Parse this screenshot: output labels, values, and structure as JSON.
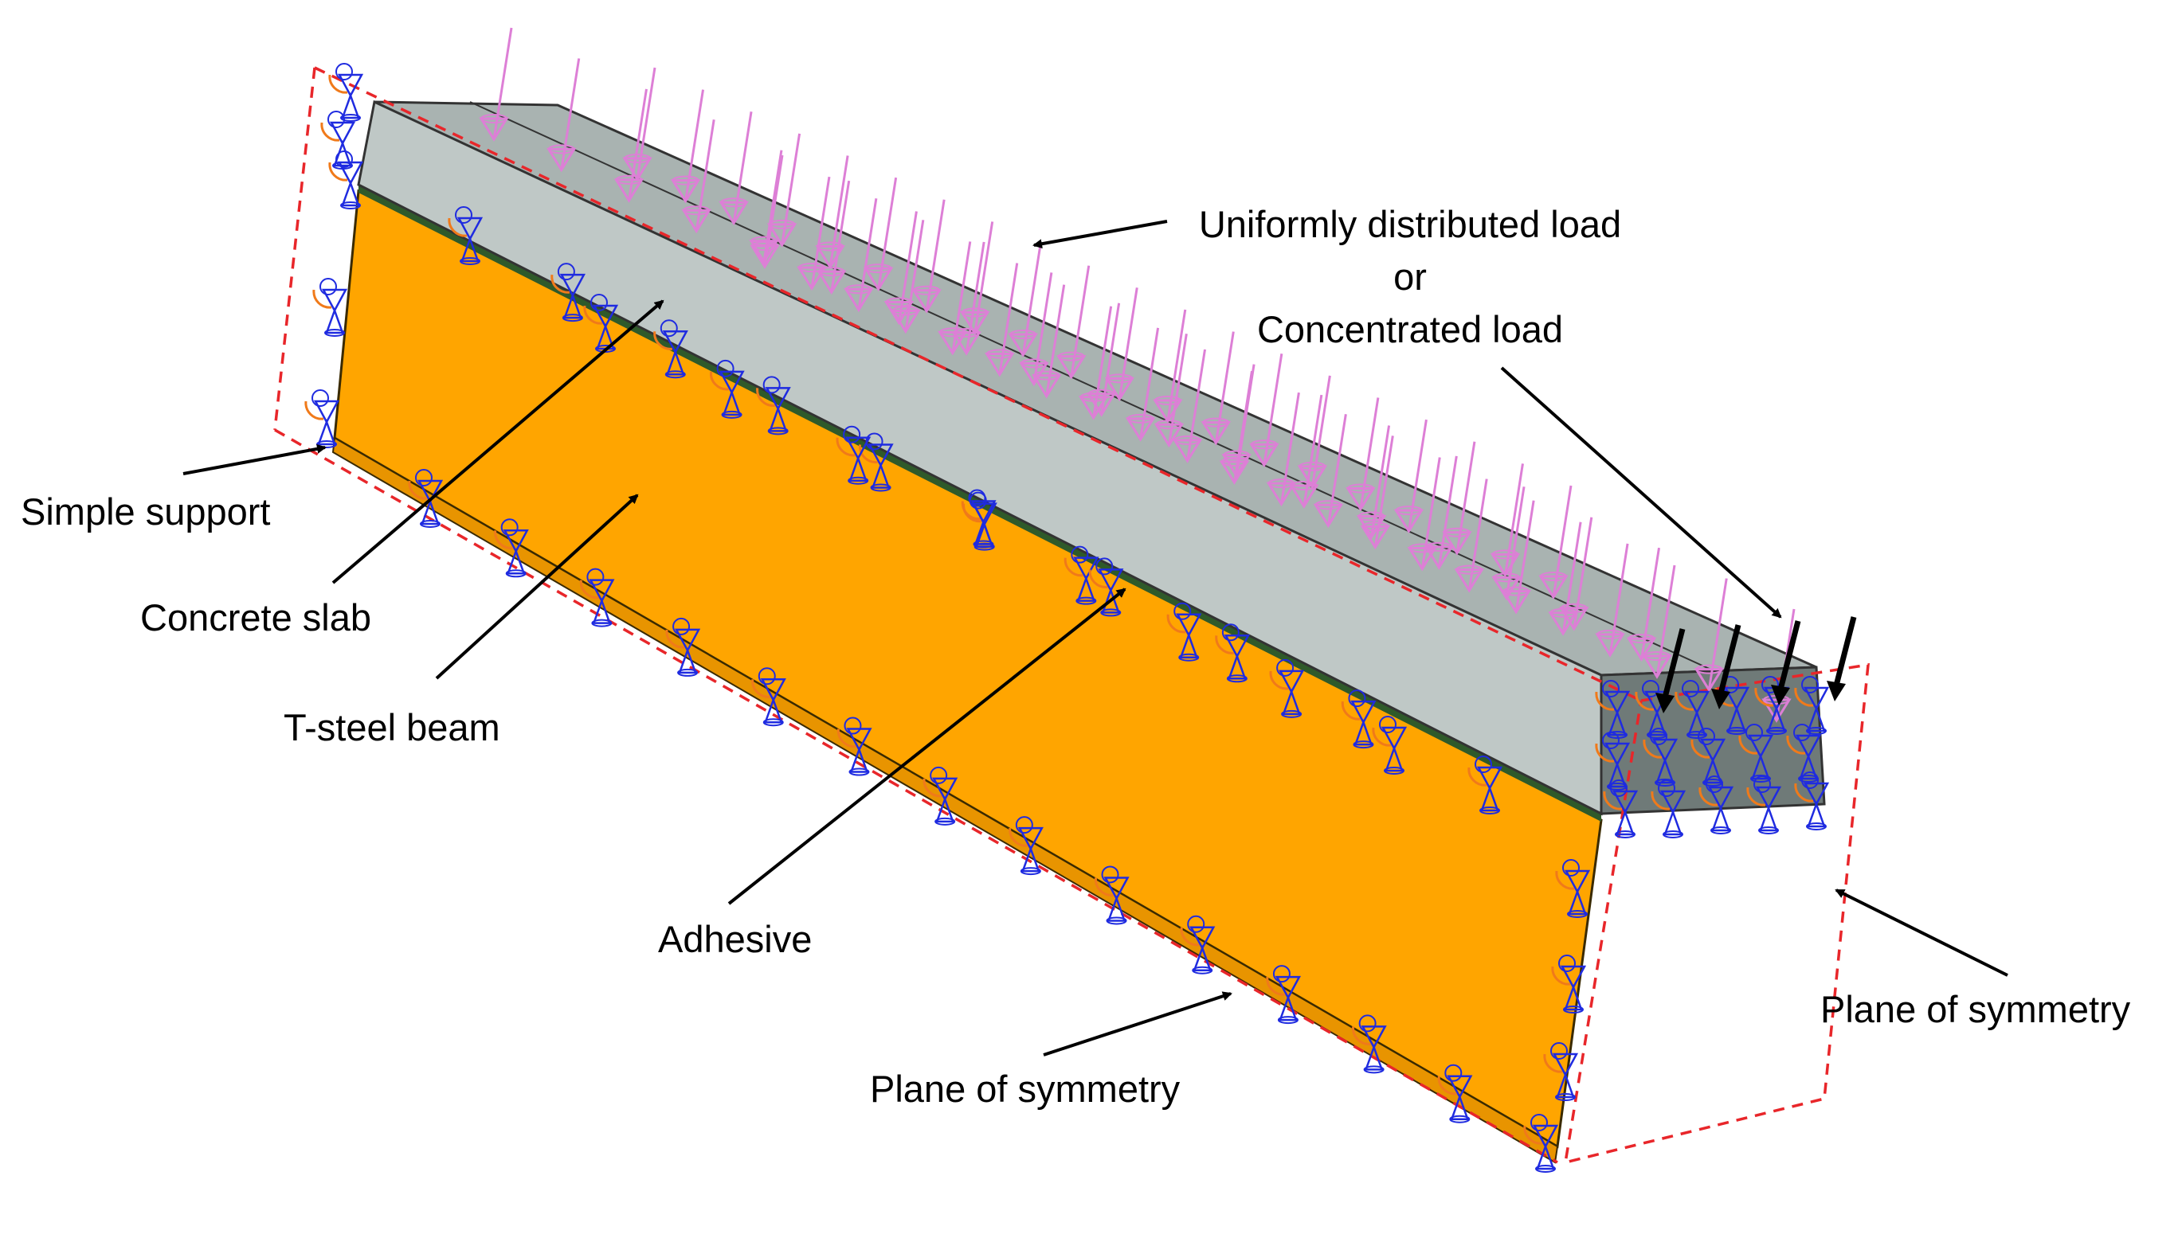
{
  "labels": {
    "load_line1": "Uniformly distributed load",
    "load_line2": "or",
    "load_line3": "Concentrated load",
    "simple_support": "Simple support",
    "concrete_slab": "Concrete slab",
    "t_steel_beam": "T-steel beam",
    "adhesive": "Adhesive",
    "plane_of_symmetry_bottom": "Plane of symmetry",
    "plane_of_symmetry_right": "Plane of symmetry"
  },
  "colors": {
    "steel_web": "#FFA500",
    "slab_top": "#A9B3B1",
    "slab_side": "#BFC8C6",
    "load_arrows": "#DD7FD6",
    "boundary_blue": "#1F2BE0",
    "boundary_orange": "#F07A1A",
    "symmetry_dash": "#E8262A",
    "annotation": "#000000"
  },
  "icons": [
    "pressure-load-arrow-icon",
    "boundary-condition-symbol-icon",
    "concentrated-load-arrow-icon"
  ]
}
